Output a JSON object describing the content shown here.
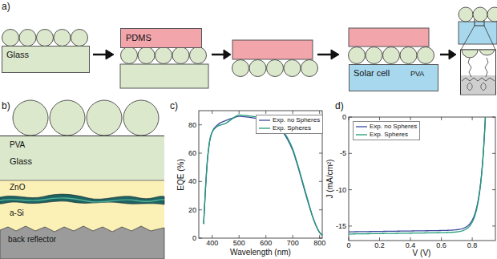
{
  "diagram": {
    "nodes": [
      {
        "text": [
          "Glass"
        ]
      },
      {
        "text": [
          "PDMS"
        ]
      },
      {
        "text": [
          "Solar cell"
        ]
      },
      {
        "text": [
          "PVA"
        ]
      },
      {
        "text": [
          "Glass"
        ]
      },
      {
        "text": [
          "ZnO"
        ]
      },
      {
        "text": [
          "a-Si"
        ]
      },
      {
        "text": [
          "back reflector"
        ]
      }
    ],
    "labels": [
      "a)",
      "PVA",
      "b)",
      "c)",
      "EQE (%)",
      "80",
      "60",
      "40",
      "20",
      "0",
      "400",
      "500",
      "600",
      "700",
      "800",
      "Wavelength (nm)",
      "d)",
      "J (mA/cm²)",
      "0",
      "-5",
      "-10",
      "-15",
      "0",
      "0.2",
      "0.4",
      "0.6",
      "0.8",
      "V (V)"
    ],
    "legend": [
      {
        "text": "Exp. no Spheres"
      },
      {
        "text": "Exp. Spheres"
      },
      {
        "text": "Exp. no Spheres"
      },
      {
        "text": "Exp. Spheres"
      }
    ]
  }
}
